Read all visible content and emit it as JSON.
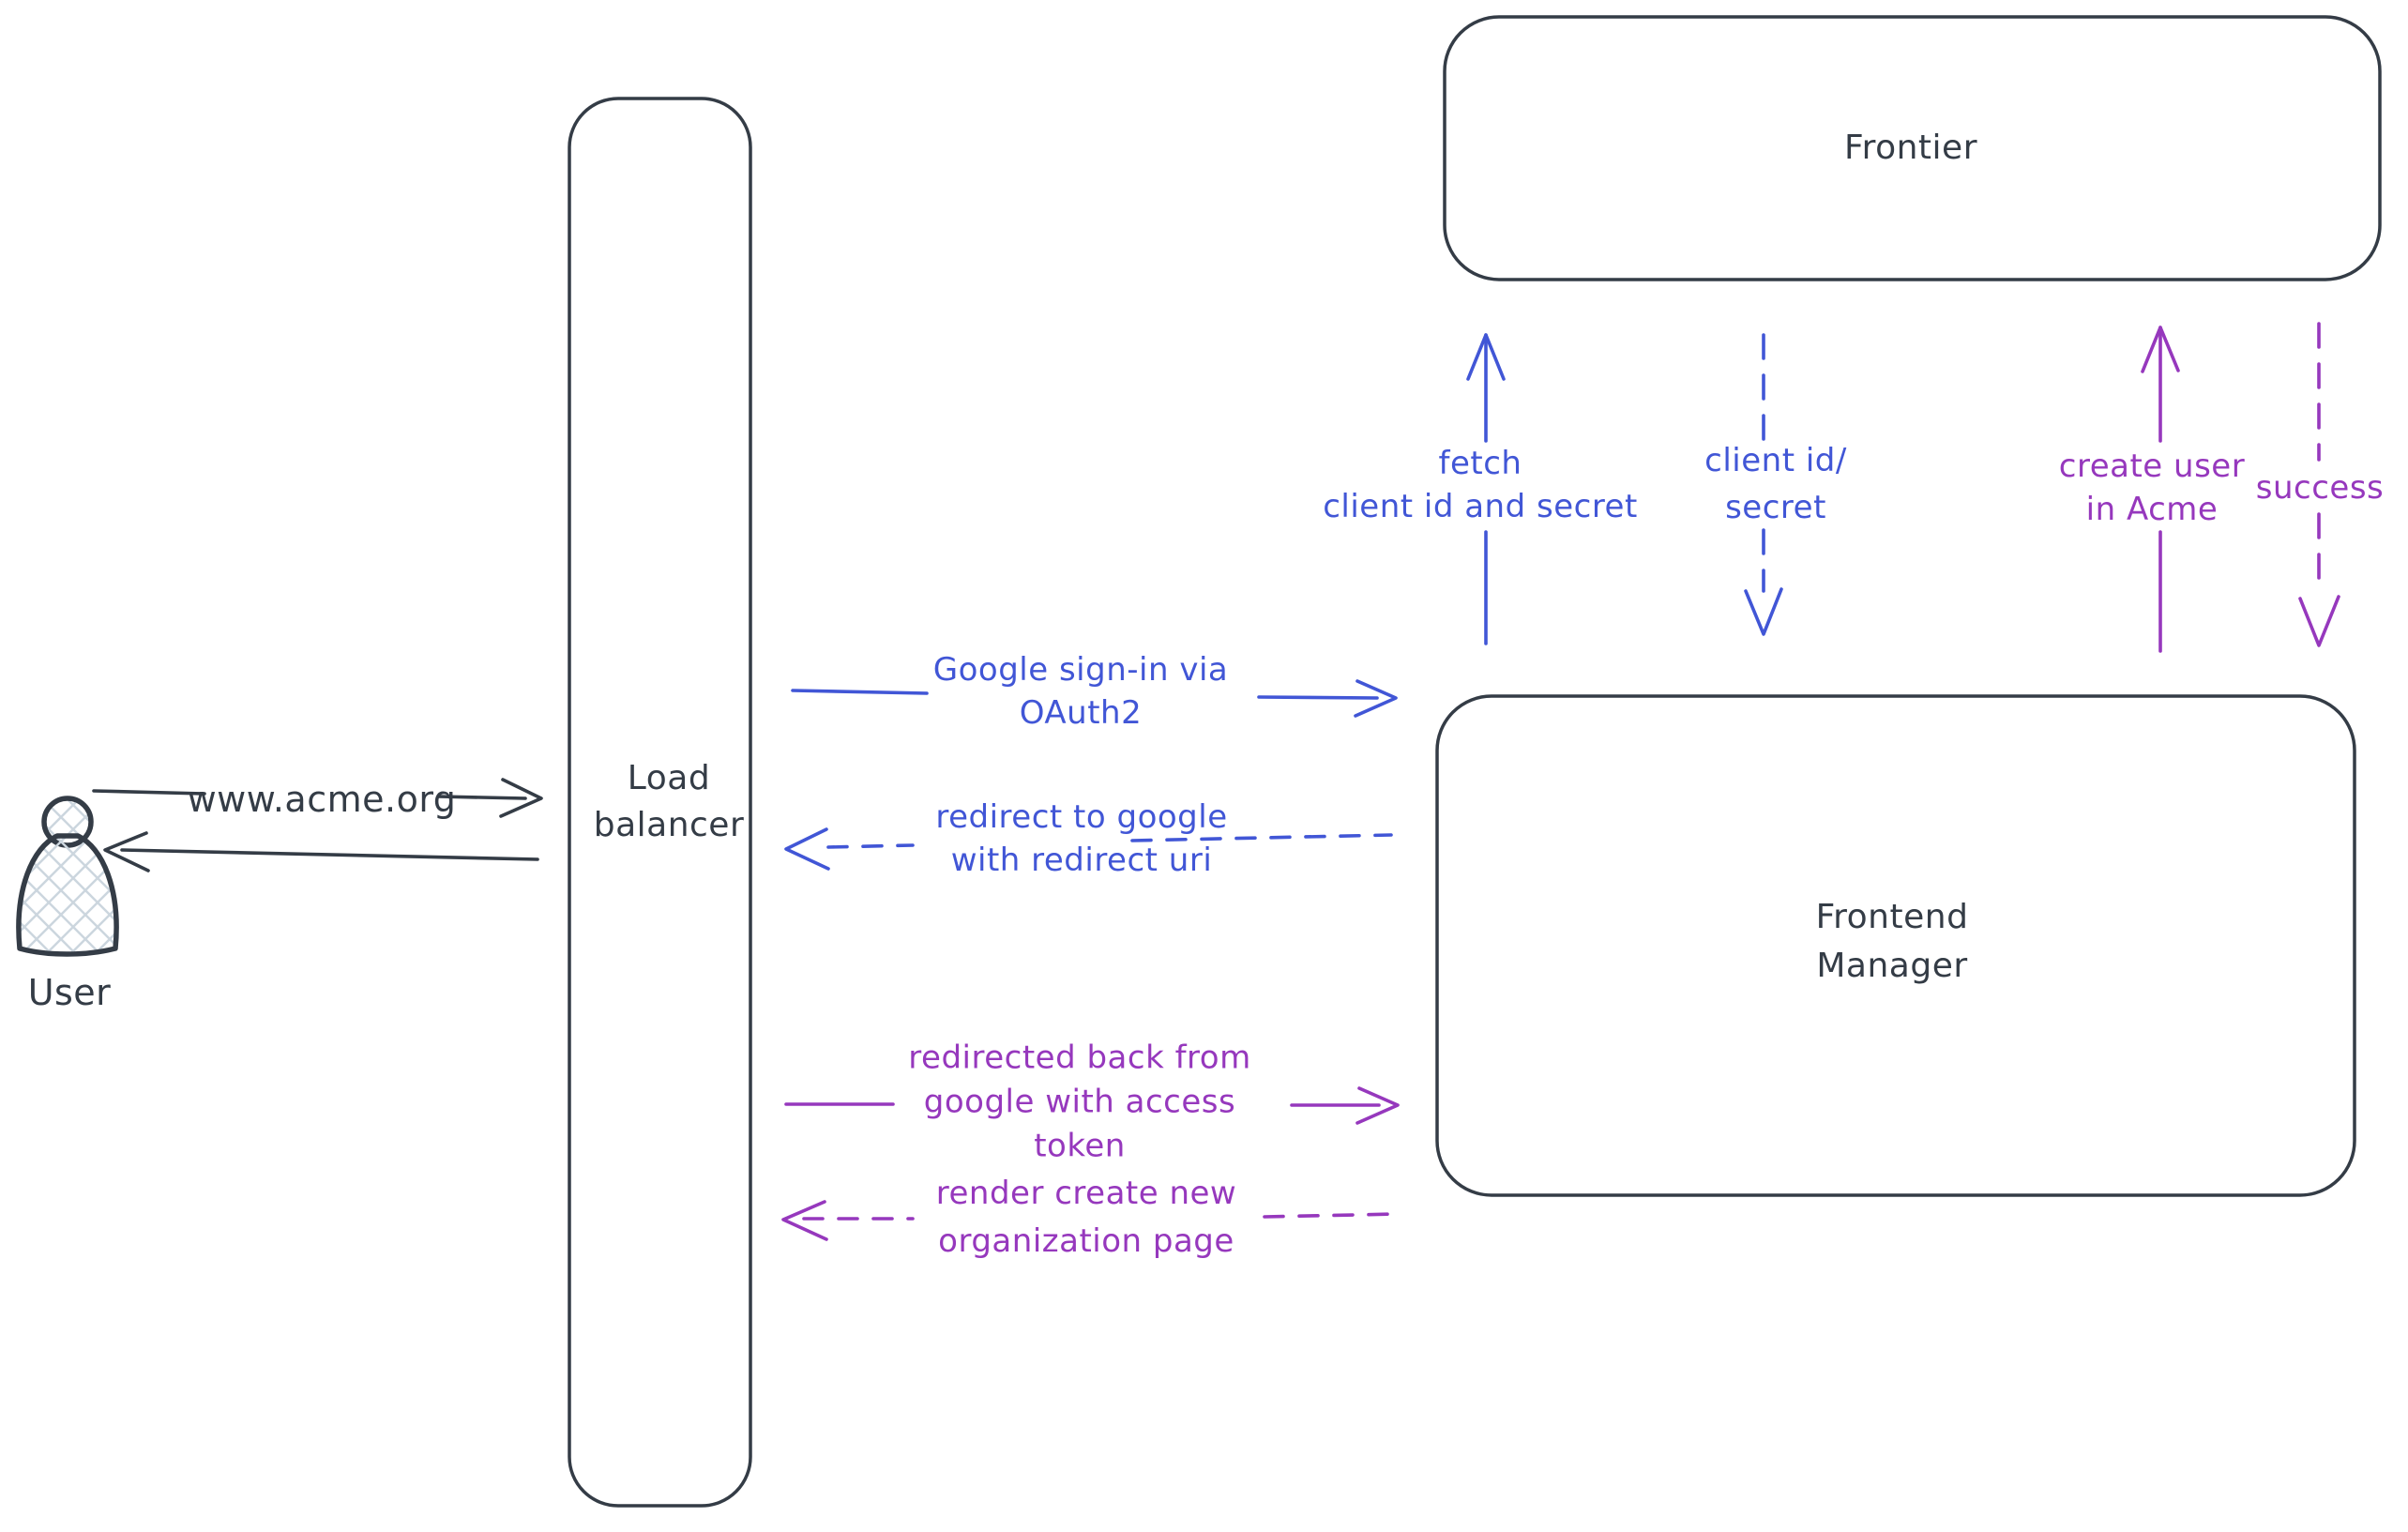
{
  "colors": {
    "ink": "#343c46",
    "blue": "#4156d6",
    "purple": "#9638bd",
    "hatch": "#ccd6de"
  },
  "nodes": {
    "user": {
      "label": "User"
    },
    "load_balancer": {
      "line1": "Load",
      "line2": "balancer"
    },
    "frontier": {
      "label": "Frontier"
    },
    "frontend_manager": {
      "line1": "Frontend",
      "line2": "Manager"
    }
  },
  "edges": {
    "user_to_lb": {
      "label": "www.acme.org",
      "style": "solid",
      "from": "User",
      "to": "Load balancer"
    },
    "lb_to_user": {
      "label": "",
      "style": "solid",
      "from": "Load balancer",
      "to": "User"
    },
    "google_signin": {
      "line1": "Google sign-in via",
      "line2": "OAuth2",
      "style": "solid",
      "from": "Load balancer",
      "to": "Frontend Manager"
    },
    "redirect_google": {
      "line1": "redirect to google",
      "line2": "with redirect uri",
      "style": "dashed",
      "from": "Frontend Manager",
      "to": "Load balancer"
    },
    "redirected_back": {
      "line1": "redirected back from",
      "line2": "google with access",
      "line3": "token",
      "style": "solid",
      "from": "Load balancer",
      "to": "Frontend Manager"
    },
    "render_org_page": {
      "line1": "render create new",
      "line2": "organization page",
      "style": "dashed",
      "from": "Frontend Manager",
      "to": "Load balancer"
    },
    "fetch_creds": {
      "line1": "fetch",
      "line2": "client id and secret",
      "style": "solid",
      "from": "Frontend Manager",
      "to": "Frontier"
    },
    "client_id_secret": {
      "line1": "client id/",
      "line2": "secret",
      "style": "dashed",
      "from": "Frontier",
      "to": "Frontend Manager"
    },
    "create_user": {
      "line1": "create user",
      "line2": "in Acme",
      "style": "solid",
      "from": "Frontend Manager",
      "to": "Frontier"
    },
    "success": {
      "label": "success",
      "style": "dashed",
      "from": "Frontier",
      "to": "Frontend Manager"
    }
  }
}
